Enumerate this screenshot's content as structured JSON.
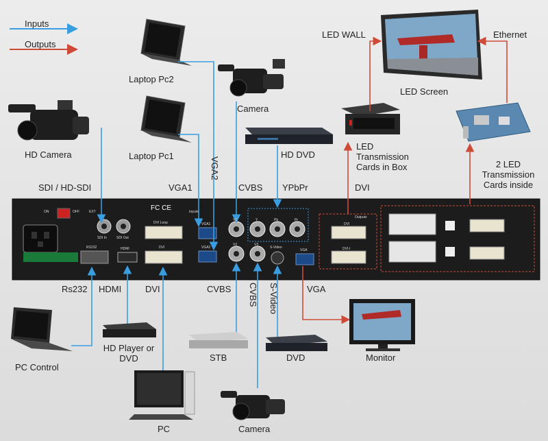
{
  "legend": {
    "inputs": "Inputs",
    "outputs": "Outputs"
  },
  "colors": {
    "input": "#3a9de0",
    "output": "#d04a38",
    "panel": "#1c1c1c",
    "text": "#222222"
  },
  "labels": {
    "laptop_pc2": "Laptop Pc2",
    "laptop_pc1": "Laptop Pc1",
    "camera_top": "Camera",
    "hd_camera": "HD Camera",
    "hd_dvd": "HD DVD",
    "led_wall": "LED WALL",
    "led_screen": "LED Screen",
    "ethernet": "Ethernet",
    "led_box": "LED Transmission Cards in Box",
    "led_inside": "2 LED Transmission Cards inside",
    "sdi": "SDI / HD-SDI",
    "vga1": "VGA1",
    "vga2": "VGA2",
    "cvbs_top": "CVBS",
    "ypbpr": "YPbPr",
    "dvi_out": "DVI",
    "rs232": "Rs232",
    "hdmi": "HDMI",
    "dvi_in": "DVI",
    "cvbs_b1": "CVBS",
    "cvbs_b2": "CVBS",
    "svideo": "S-Video",
    "vga_out": "VGA",
    "pc_control": "PC Control",
    "hd_player": "HD Player or DVD",
    "stb": "STB",
    "dvd": "DVD",
    "monitor": "Monitor",
    "pc": "PC",
    "camera_bottom": "Camera"
  },
  "panel": {
    "on": "ON",
    "off": "OFF",
    "ext": "EXT",
    "sdi_in": "SDI In",
    "sdi_out": "SDI Out",
    "dvi_loop": "DVI Loop",
    "inputs_tag": "Inputs",
    "outputs_tag": "Outputs",
    "vga1": "VGA1",
    "vga2": "VGA2",
    "v1": "V1",
    "v2": "V2",
    "v3": "V3",
    "y": "Y",
    "pb": "Pb",
    "pr": "Pr",
    "svideo": "S-Video",
    "vga": "VGA",
    "dvi": "DVI",
    "dvi_i": "DVI-I",
    "rs232": "RS232",
    "hdmi": "HDMI",
    "dvi_in": "DVI",
    "fc_mark": "FC CE"
  }
}
